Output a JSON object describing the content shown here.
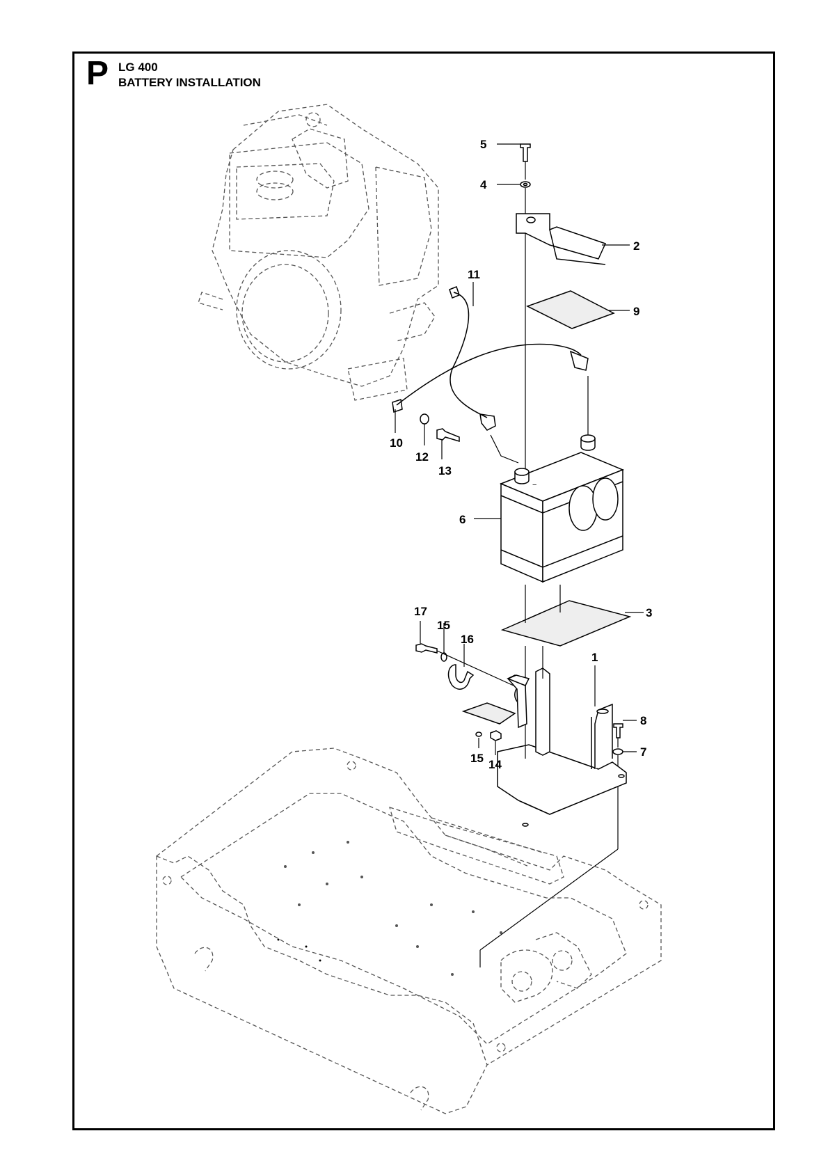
{
  "header": {
    "section_letter": "P",
    "model": "LG 400",
    "title": "BATTERY INSTALLATION"
  },
  "callouts": {
    "c1": "1",
    "c2": "2",
    "c3": "3",
    "c4": "4",
    "c5": "5",
    "c6": "6",
    "c7": "7",
    "c8": "8",
    "c9": "9",
    "c10": "10",
    "c11": "11",
    "c12": "12",
    "c13": "13",
    "c14": "14",
    "c15a": "15",
    "c15b": "15",
    "c16": "16",
    "c17": "17"
  }
}
